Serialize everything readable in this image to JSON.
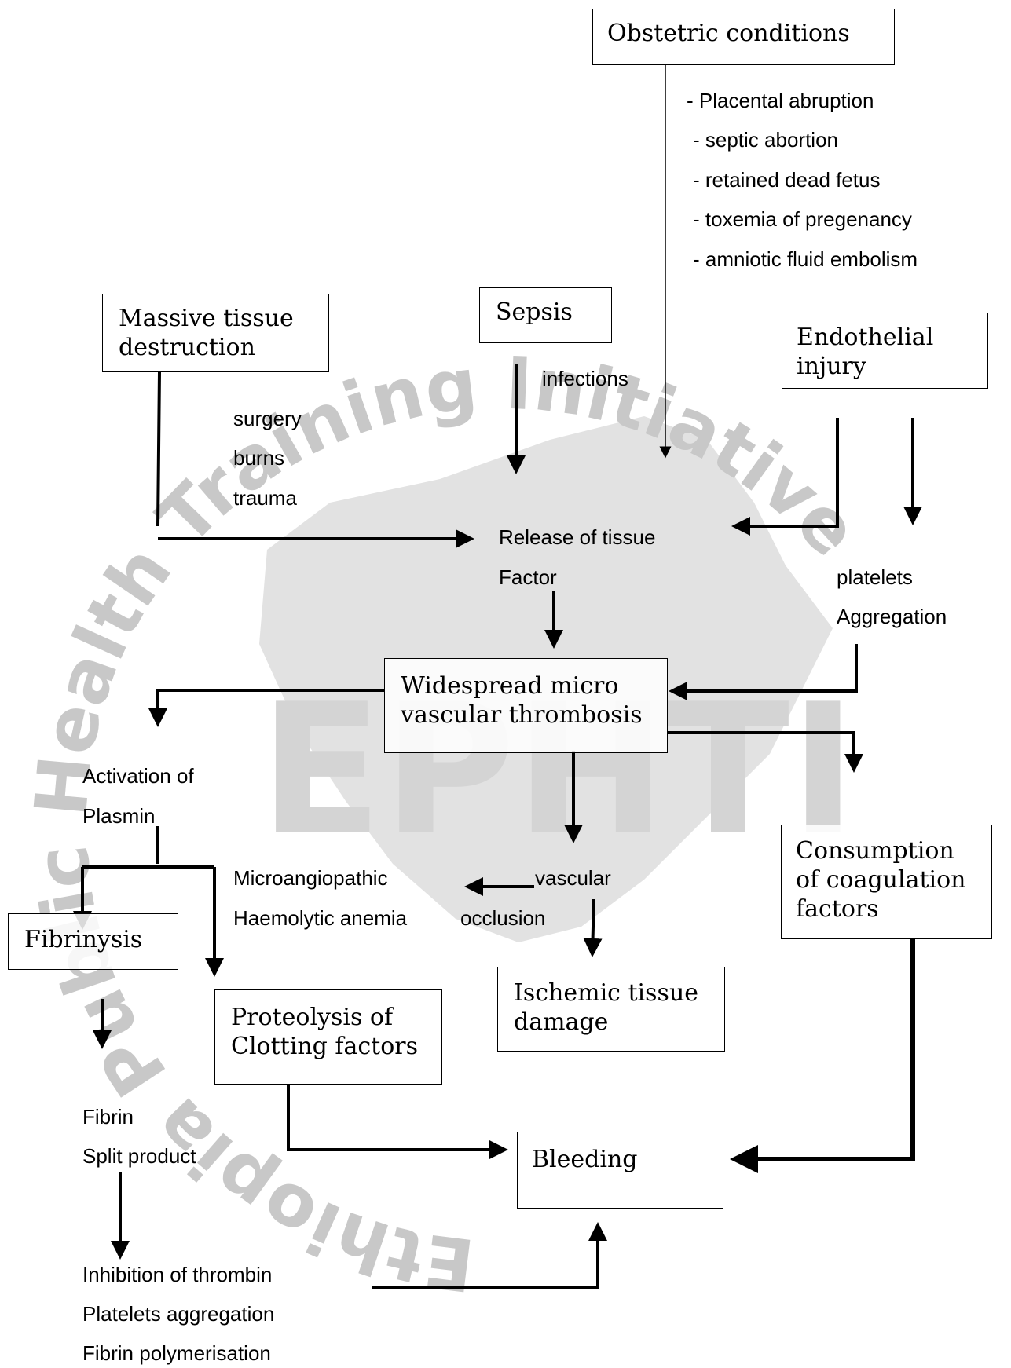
{
  "boxes": {
    "obstetric": "Obstetric conditions",
    "massive_tissue": "Massive tissue\ndestruction",
    "sepsis": "Sepsis",
    "endothelial": "Endothelial\ninjury",
    "thrombosis": "Widespread micro\nvascular thrombosis",
    "consumption": "Consumption\nof coagulation\nfactors",
    "fibrinolysis": "Fibrinysis",
    "ischemic": "Ischemic tissue\ndamage",
    "proteolysis": "Proteolysis of\nClotting factors",
    "bleeding": "Bleeding"
  },
  "labels": {
    "obstetric_causes": [
      "- Placental abruption",
      "- septic abortion",
      "- retained dead fetus",
      "- toxemia of pregenancy",
      "- amniotic fluid embolism"
    ],
    "infections": "infections",
    "surgery": "surgery",
    "burns": "burns",
    "trauma": "trauma",
    "release_1": "Release of tissue",
    "release_2": "Factor",
    "platelets": "platelets",
    "aggregation": "Aggregation",
    "activation": "Activation of",
    "plasmin": "Plasmin",
    "microangiopathic": "Microangiopathic",
    "haemolytic": "Haemolytic anemia",
    "vascular": "vascular",
    "occlusion": "occlusion",
    "fibrin": "Fibrin",
    "split_product": "Split product",
    "inhibition": "Inhibition of thrombin",
    "platelets_agg": "Platelets aggregation",
    "polymerisation": "Fibrin polymerisation"
  },
  "watermark": {
    "text": "Ethiopia Public Health Training Initiative",
    "logo_text": "EPHTI",
    "color": "#c8c8c8"
  }
}
